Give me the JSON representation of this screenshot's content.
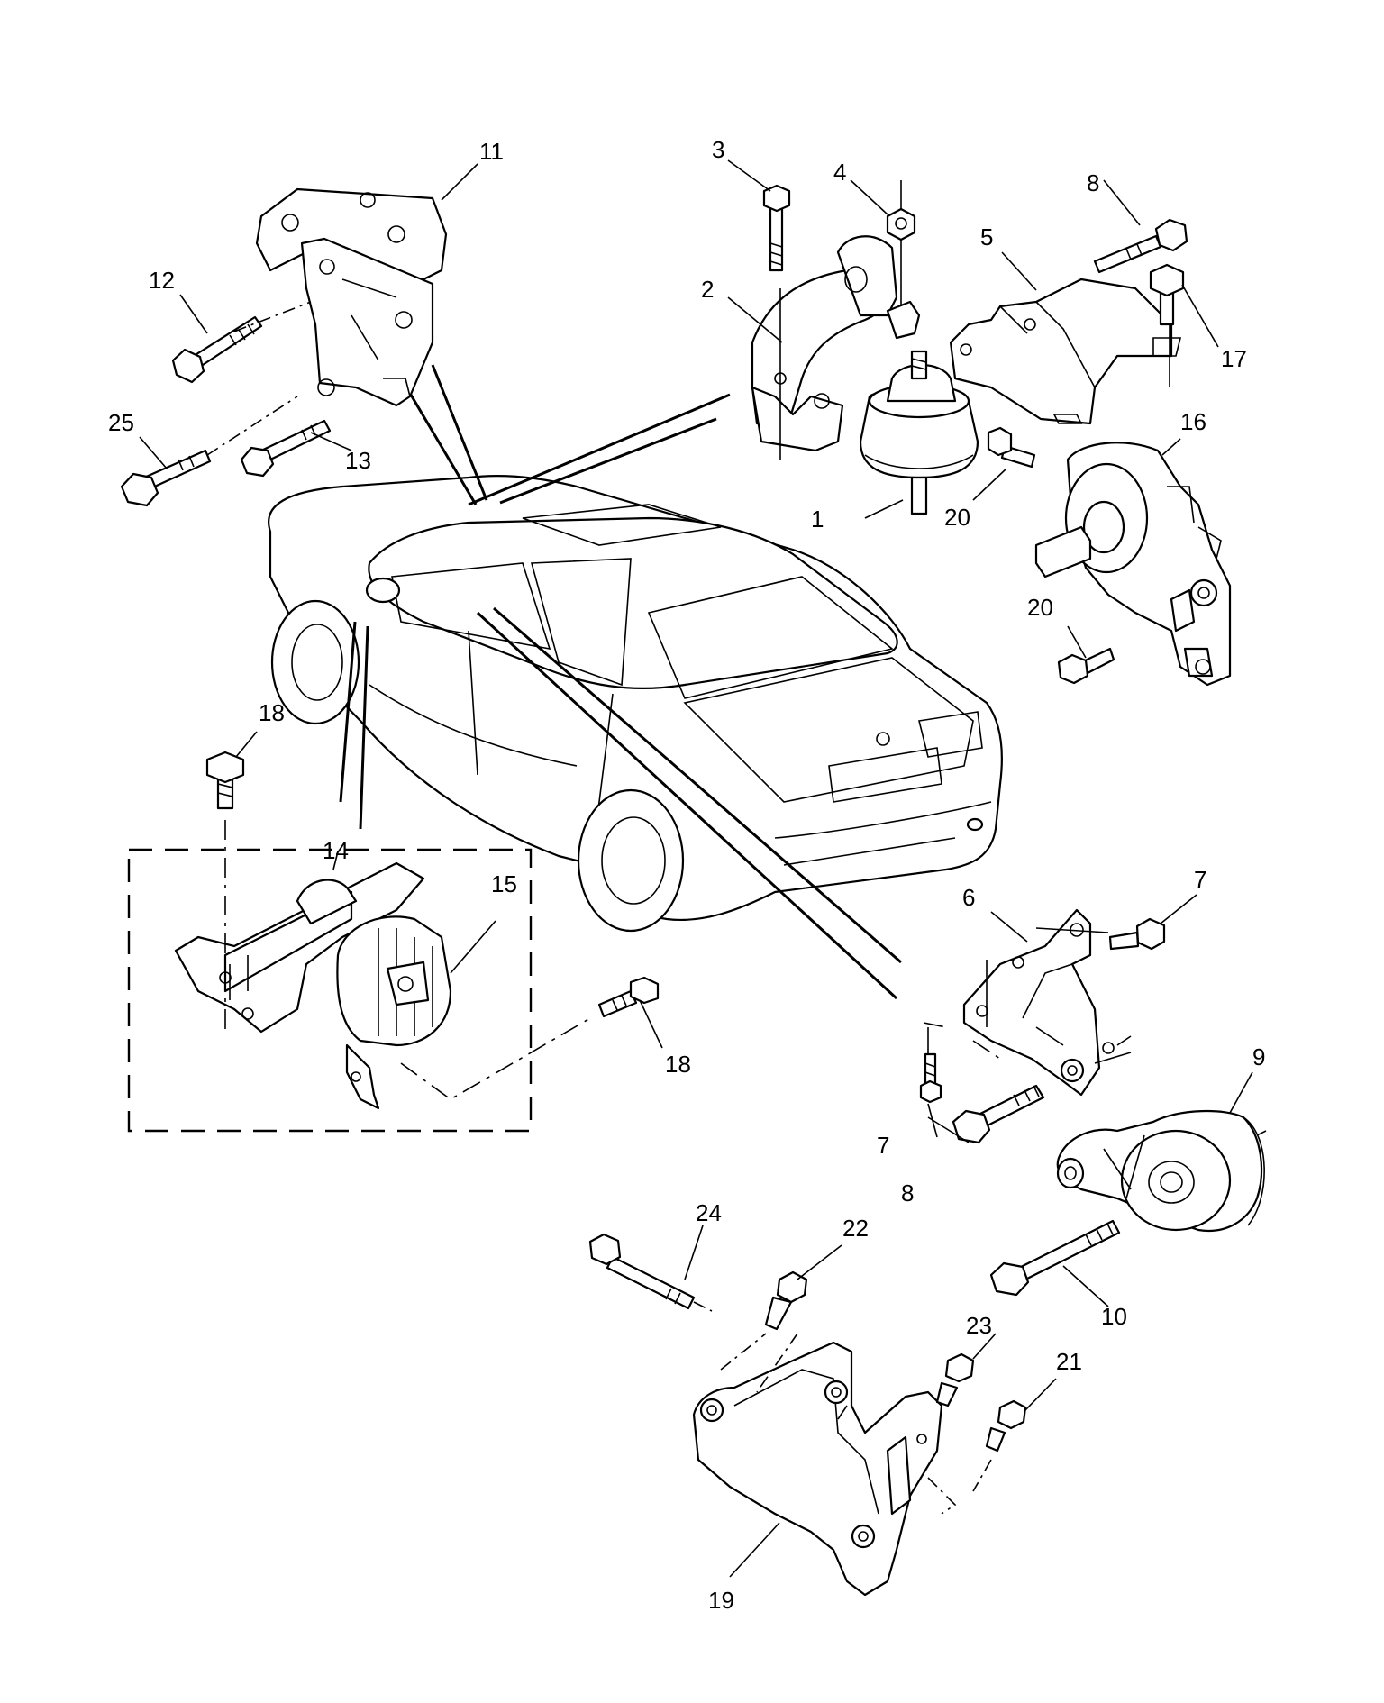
{
  "diagram": {
    "callouts": [
      {
        "id": "c1",
        "label": "1"
      },
      {
        "id": "c2",
        "label": "2"
      },
      {
        "id": "c3",
        "label": "3"
      },
      {
        "id": "c4",
        "label": "4"
      },
      {
        "id": "c5",
        "label": "5"
      },
      {
        "id": "c6",
        "label": "6"
      },
      {
        "id": "c7a",
        "label": "7"
      },
      {
        "id": "c7b",
        "label": "7"
      },
      {
        "id": "c8a",
        "label": "8"
      },
      {
        "id": "c8b",
        "label": "8"
      },
      {
        "id": "c9",
        "label": "9"
      },
      {
        "id": "c10",
        "label": "10"
      },
      {
        "id": "c11",
        "label": "11"
      },
      {
        "id": "c12",
        "label": "12"
      },
      {
        "id": "c13",
        "label": "13"
      },
      {
        "id": "c14",
        "label": "14"
      },
      {
        "id": "c15",
        "label": "15"
      },
      {
        "id": "c16",
        "label": "16"
      },
      {
        "id": "c17",
        "label": "17"
      },
      {
        "id": "c18a",
        "label": "18"
      },
      {
        "id": "c18b",
        "label": "18"
      },
      {
        "id": "c19",
        "label": "19"
      },
      {
        "id": "c20a",
        "label": "20"
      },
      {
        "id": "c20b",
        "label": "20"
      },
      {
        "id": "c21",
        "label": "21"
      },
      {
        "id": "c22",
        "label": "22"
      },
      {
        "id": "c23",
        "label": "23"
      },
      {
        "id": "c24",
        "label": "24"
      },
      {
        "id": "c25",
        "label": "25"
      }
    ]
  }
}
